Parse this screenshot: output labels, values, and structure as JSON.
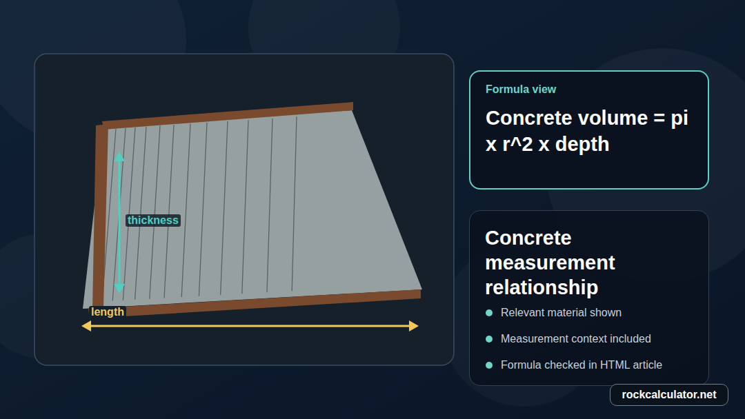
{
  "diagram": {
    "nodes": [
      {
        "text": [
          "Formula view",
          "Concrete volume = pi x r^2 x depth"
        ]
      },
      {
        "text": [
          "Concrete measurement relationship",
          "Relevant material shown",
          "Measurement context included",
          "Formula checked in HTML article"
        ]
      },
      {
        "text": [
          "rockcalculator.net"
        ]
      }
    ],
    "labels": [
      "thickness",
      "length"
    ]
  }
}
